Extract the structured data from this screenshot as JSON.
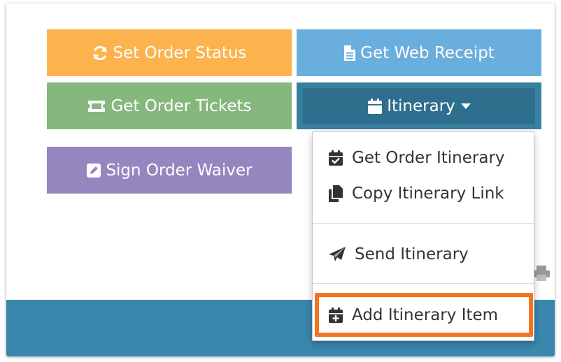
{
  "buttons": {
    "set_order_status": "Set Order Status",
    "get_web_receipt": "Get Web Receipt",
    "get_order_tickets": "Get Order Tickets",
    "itinerary": "Itinerary",
    "sign_order_waiver": "Sign Order Waiver"
  },
  "itinerary_menu": {
    "items": [
      {
        "label": "Get Order Itinerary",
        "icon": "calendar-check-icon"
      },
      {
        "label": "Copy Itinerary Link",
        "icon": "copy-icon"
      },
      {
        "label": "Send Itinerary",
        "icon": "paper-plane-icon"
      },
      {
        "label": "Add Itinerary Item",
        "icon": "calendar-plus-icon",
        "highlighted": true
      }
    ]
  },
  "colors": {
    "set_order_status": "#fcb34e",
    "get_web_receipt": "#6aaedd",
    "get_order_tickets": "#86b87e",
    "itinerary": "#2e6f8e",
    "sign_order_waiver": "#9487c0",
    "footer_band": "#3a87ad",
    "highlight": "#f47421"
  }
}
